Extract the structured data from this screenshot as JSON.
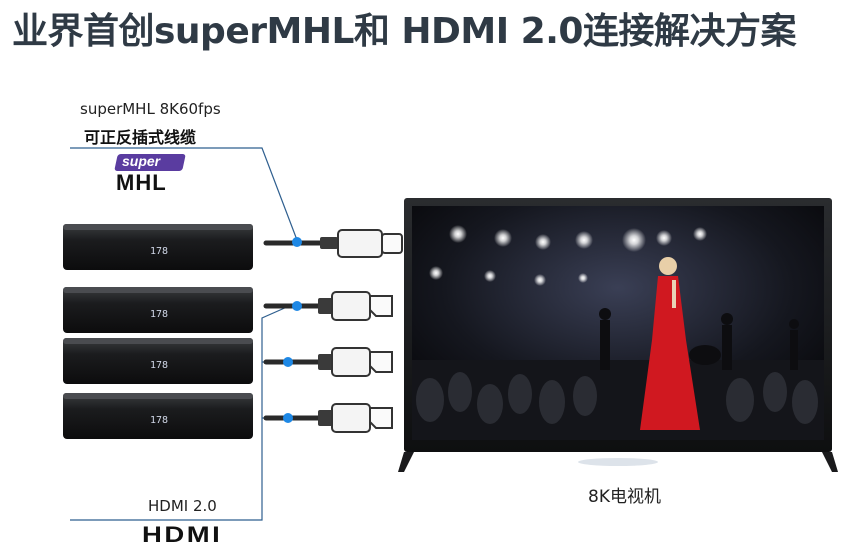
{
  "title": "业界首创superMHL和 HDMI 2.0连接解决方案",
  "supermhl": {
    "caption": "superMHL 8K60fps",
    "subcaption": "可正反插式线缆",
    "logo_super": "super",
    "logo_mhl": "MHL"
  },
  "hdmi": {
    "caption": "HDMI 2.0",
    "logo": "HDMI"
  },
  "player_display": "178",
  "tv": {
    "label": "8K电视机"
  },
  "colors": {
    "title": "#2f3a45",
    "supermhl_purple": "#5a3ca0",
    "connector_dot": "#1e88e5",
    "leader_line": "#2f5f8f"
  }
}
